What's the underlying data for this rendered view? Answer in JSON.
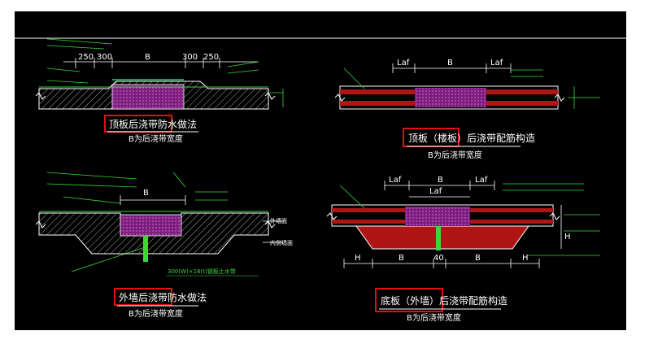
{
  "colors": {
    "background": "#000000",
    "line": "#ffffff",
    "annotation": "#39d839",
    "rebar": "#e01010",
    "concrete_fill": "#8c2a8c",
    "highlight_box": "#e01010"
  },
  "details": {
    "roof_waterproof": {
      "title": "顶板后浇带防水做法",
      "subtitle": "B为后浇带宽度",
      "dims": [
        "250",
        "300",
        "B",
        "300",
        "250"
      ]
    },
    "roof_rebar": {
      "title": "顶板（楼板）后浇带配筋构造",
      "subtitle": "B为后浇带宽度",
      "dims": [
        "Laf",
        "B",
        "Laf"
      ]
    },
    "wall_waterproof": {
      "title": "外墙后浇带防水做法",
      "subtitle": "B为后浇带宽度",
      "dims": [
        "B"
      ],
      "labels": [
        "外墙面",
        "内侧墙面"
      ],
      "bottom_note": "300(W)×16(t)钢板止水带"
    },
    "base_rebar": {
      "title": "底板（外墙）后浇带配筋构造",
      "subtitle": "B为后浇带宽度",
      "top_dims": [
        "Laf",
        "B",
        "Laf"
      ],
      "mid_dim": "Laf",
      "bottom_dims": [
        "H",
        "B",
        "40",
        "B",
        "H"
      ],
      "side_dim": "H"
    }
  }
}
